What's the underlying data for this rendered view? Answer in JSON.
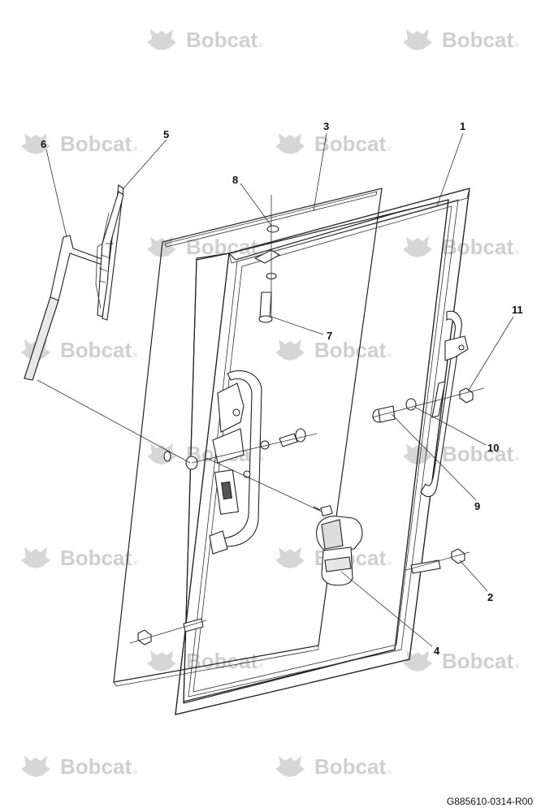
{
  "watermark": {
    "brand": "Bobcat",
    "mark": "®"
  },
  "callouts": {
    "c1": "1",
    "c2": "2",
    "c3": "3",
    "c4": "4",
    "c5": "5",
    "c6": "6",
    "c7": "7",
    "c8": "8",
    "c9": "9",
    "c10": "10",
    "c11": "11"
  },
  "drawing_code": "G885610-0314-R00"
}
